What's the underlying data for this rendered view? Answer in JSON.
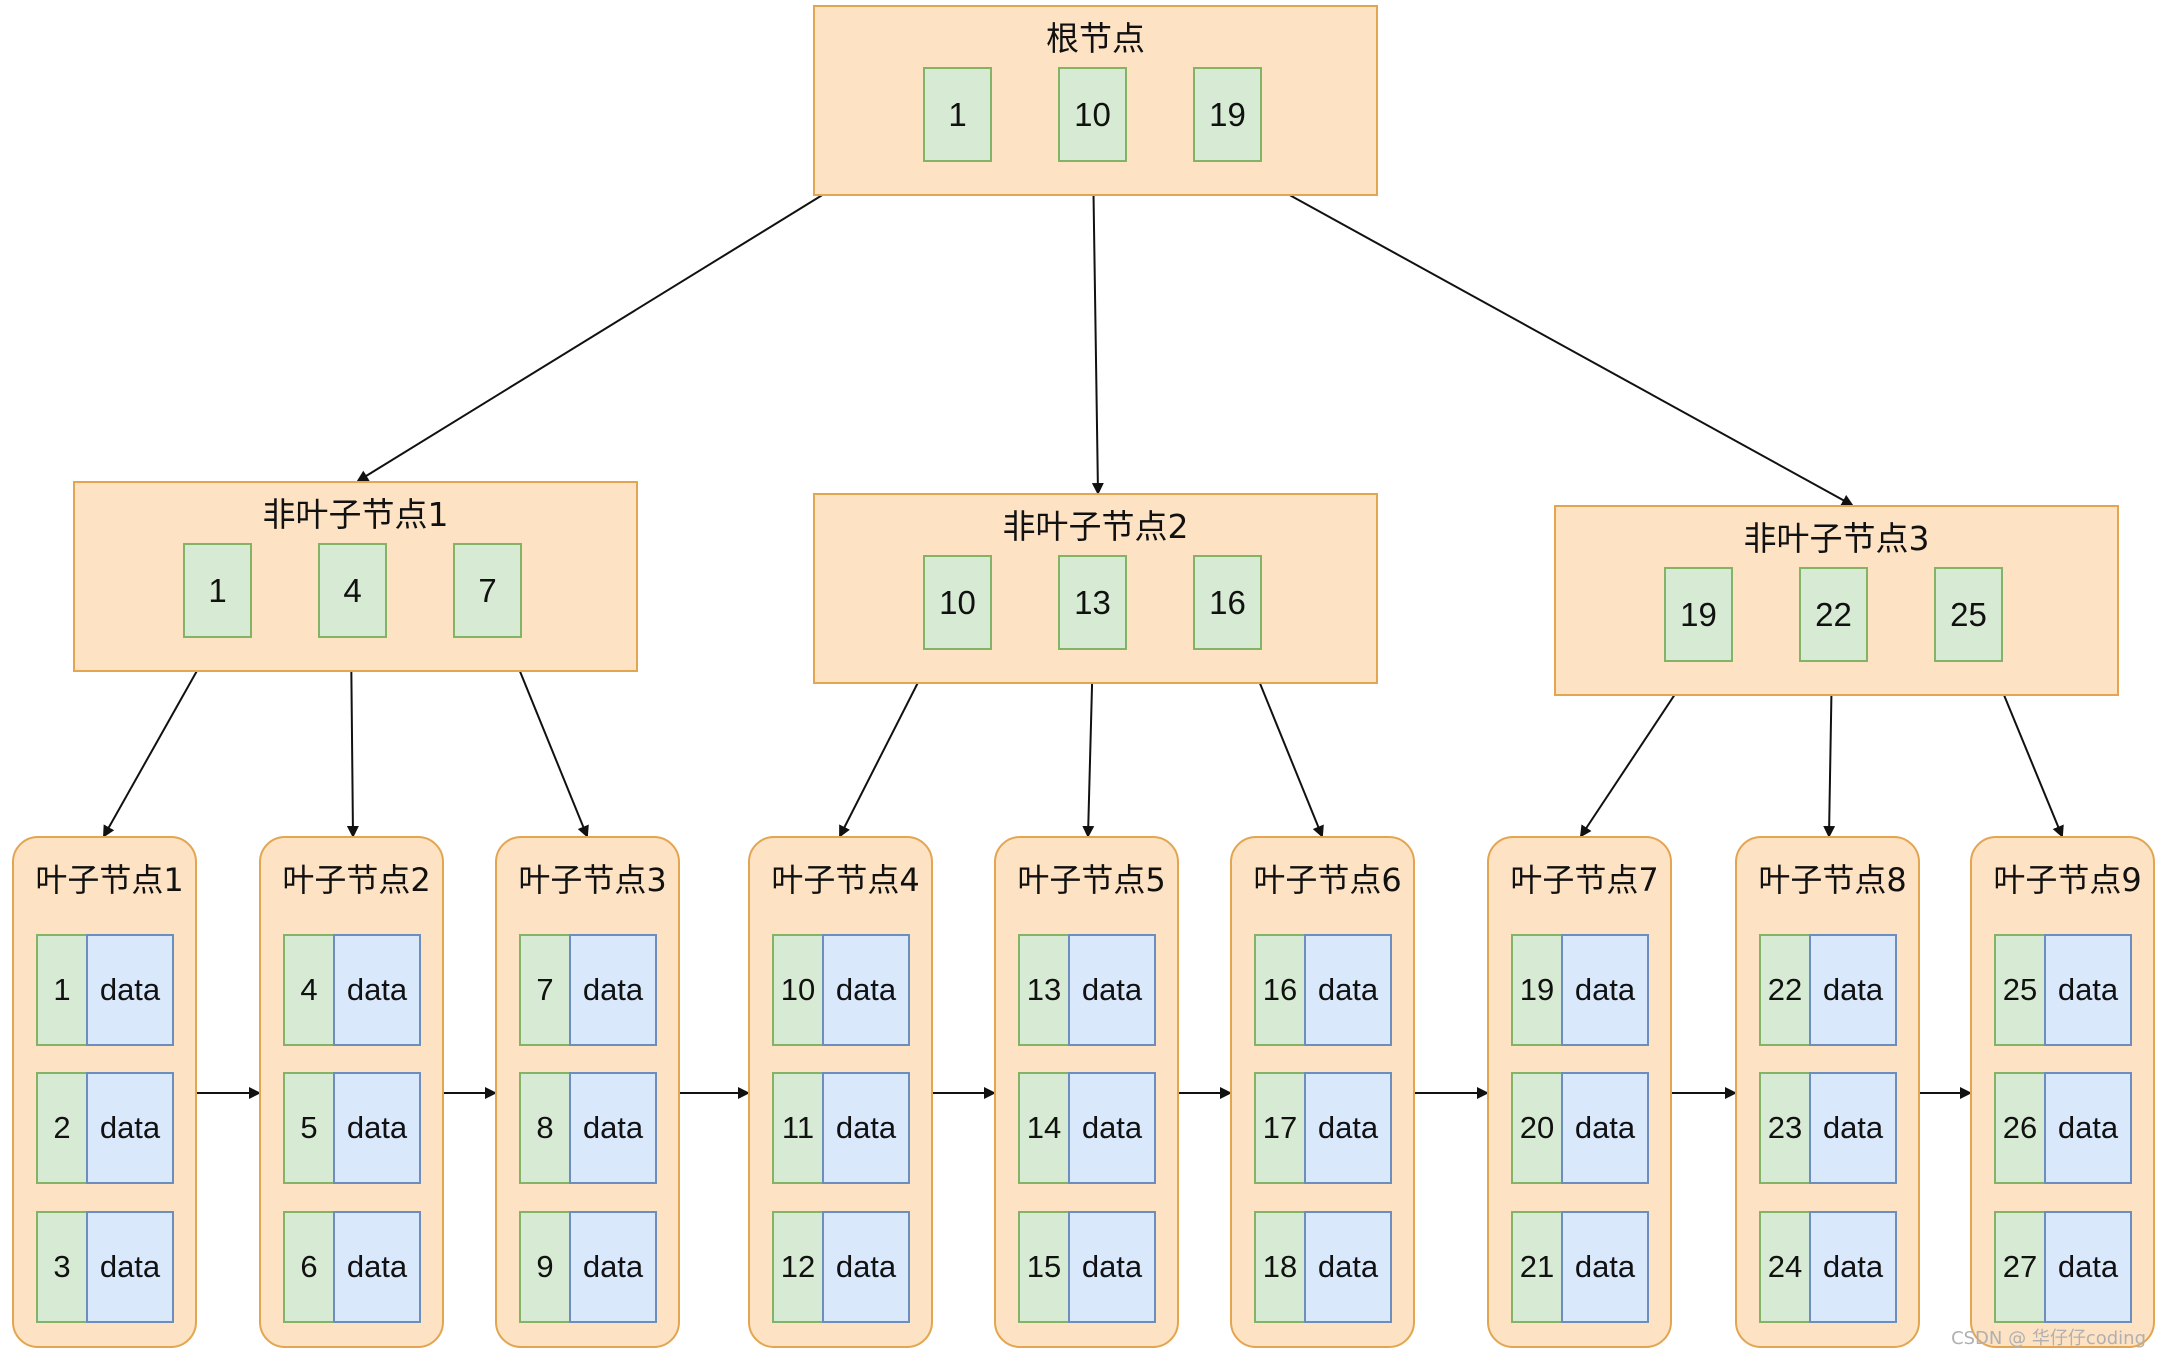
{
  "root": {
    "title": "根节点",
    "keys": [
      "1",
      "10",
      "19"
    ]
  },
  "internal": [
    {
      "title": "非叶子节点1",
      "keys": [
        "1",
        "4",
        "7"
      ]
    },
    {
      "title": "非叶子节点2",
      "keys": [
        "10",
        "13",
        "16"
      ]
    },
    {
      "title": "非叶子节点3",
      "keys": [
        "19",
        "22",
        "25"
      ]
    }
  ],
  "leaves": [
    {
      "title": "叶子节点1",
      "entries": [
        [
          "1",
          "data"
        ],
        [
          "2",
          "data"
        ],
        [
          "3",
          "data"
        ]
      ]
    },
    {
      "title": "叶子节点2",
      "entries": [
        [
          "4",
          "data"
        ],
        [
          "5",
          "data"
        ],
        [
          "6",
          "data"
        ]
      ]
    },
    {
      "title": "叶子节点3",
      "entries": [
        [
          "7",
          "data"
        ],
        [
          "8",
          "data"
        ],
        [
          "9",
          "data"
        ]
      ]
    },
    {
      "title": "叶子节点4",
      "entries": [
        [
          "10",
          "data"
        ],
        [
          "11",
          "data"
        ],
        [
          "12",
          "data"
        ]
      ]
    },
    {
      "title": "叶子节点5",
      "entries": [
        [
          "13",
          "data"
        ],
        [
          "14",
          "data"
        ],
        [
          "15",
          "data"
        ]
      ]
    },
    {
      "title": "叶子节点6",
      "entries": [
        [
          "16",
          "data"
        ],
        [
          "17",
          "data"
        ],
        [
          "18",
          "data"
        ]
      ]
    },
    {
      "title": "叶子节点7",
      "entries": [
        [
          "19",
          "data"
        ],
        [
          "20",
          "data"
        ],
        [
          "21",
          "data"
        ]
      ]
    },
    {
      "title": "叶子节点8",
      "entries": [
        [
          "22",
          "data"
        ],
        [
          "23",
          "data"
        ],
        [
          "24",
          "data"
        ]
      ]
    },
    {
      "title": "叶子节点9",
      "entries": [
        [
          "25",
          "data"
        ],
        [
          "26",
          "data"
        ],
        [
          "27",
          "data"
        ]
      ]
    }
  ],
  "watermark": "CSDN @ 华仔仔coding",
  "colors": {
    "node_fill": "#fde2c4",
    "node_border": "#e3a54f",
    "key_fill": "#d7ead3",
    "key_border": "#82b366",
    "data_fill": "#dae8fc",
    "data_border": "#6c8ebf"
  }
}
